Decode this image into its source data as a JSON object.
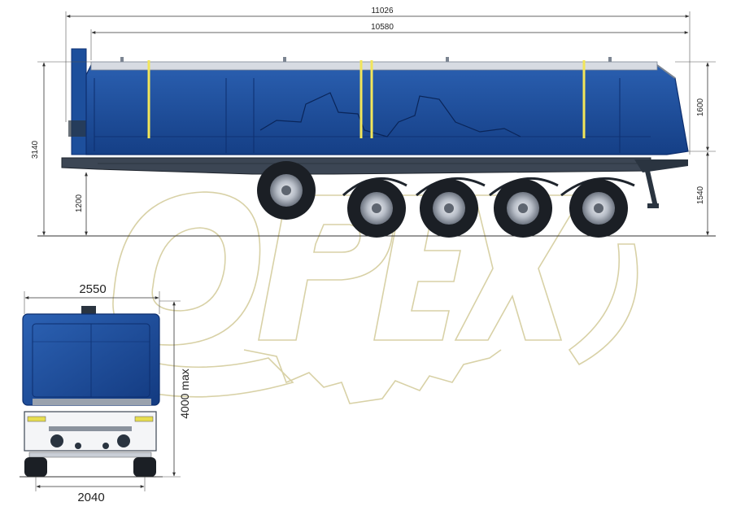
{
  "brand": {
    "logo_text": "OPEX"
  },
  "dimensions": {
    "overall_length": "11026",
    "body_length": "10580",
    "overall_height": "3140",
    "body_height": "1600",
    "coupling_height": "1540",
    "frame_height": "1200",
    "overall_width": "2550",
    "max_tipping_height": "4000 max",
    "track_width": "2040"
  },
  "colors": {
    "body_blue": "#1d4f9c",
    "body_dark": "#0f3275",
    "chassis": "#2a3440",
    "strap_yellow": "#f2e65a",
    "logo_outline": "#d9d2a8"
  }
}
